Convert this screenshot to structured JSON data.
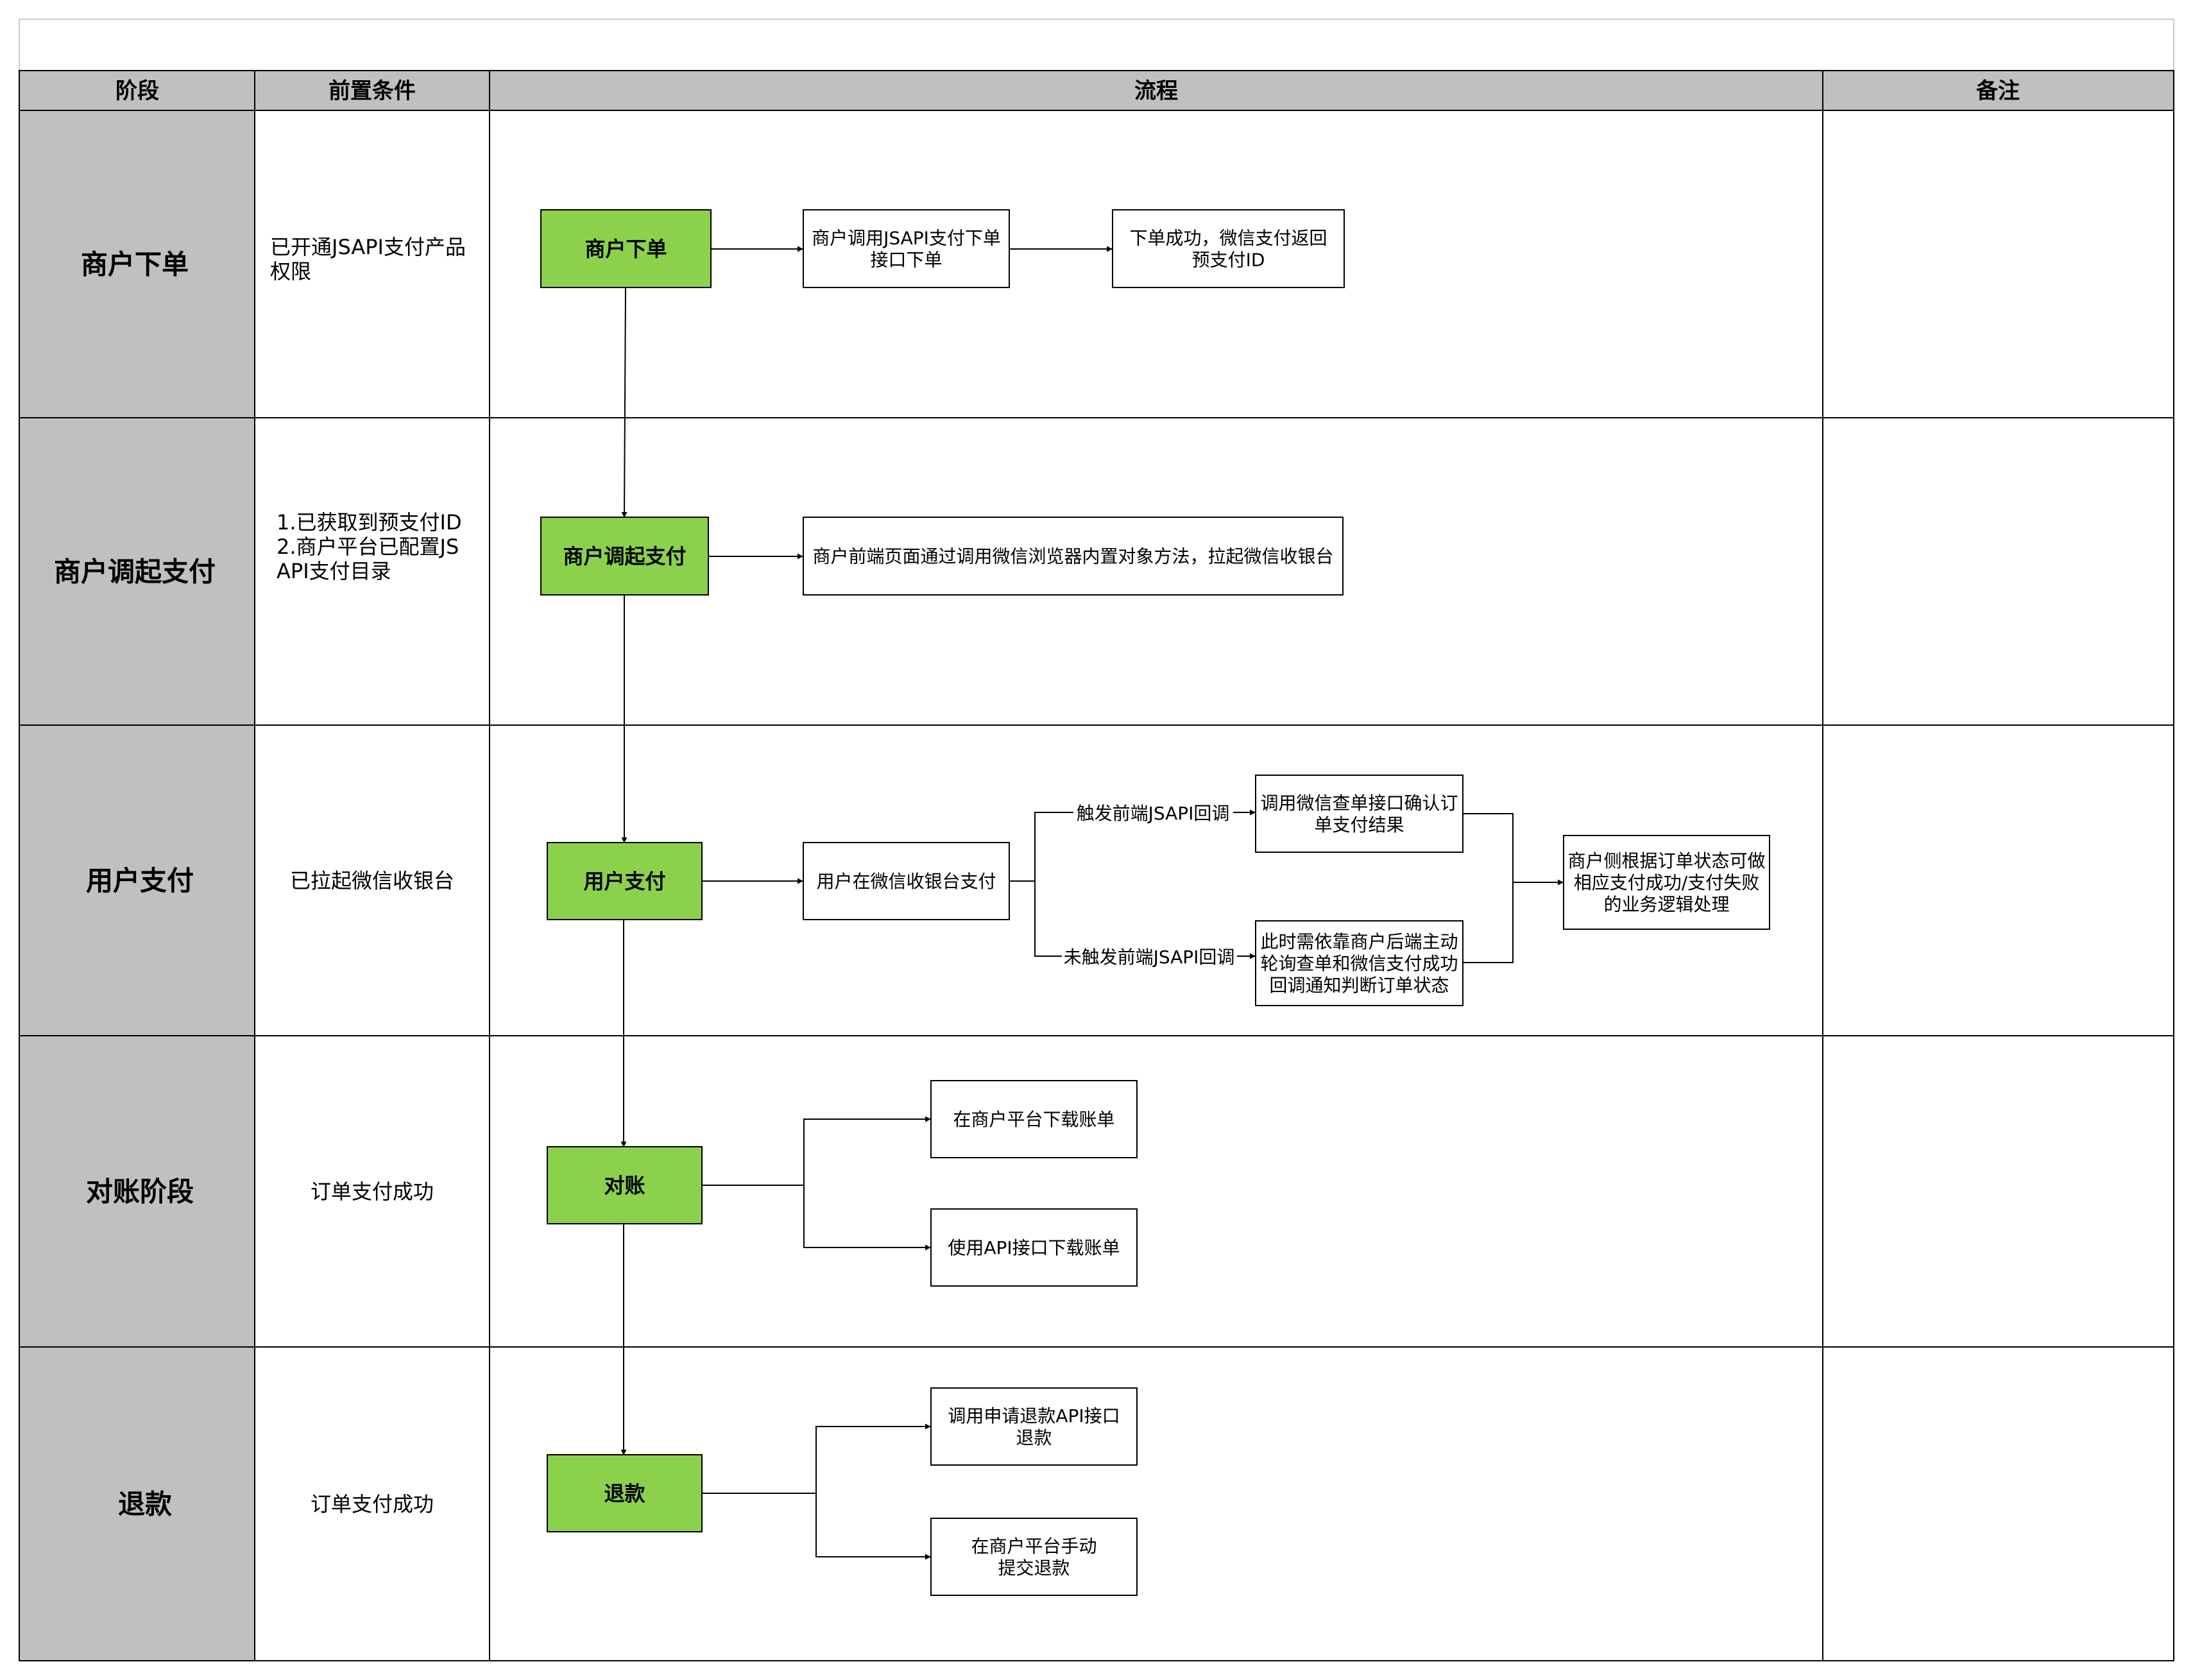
{
  "header": {
    "stage": "阶段",
    "precondition": "前置条件",
    "process": "流程",
    "remarks": "备注"
  },
  "stages": [
    {
      "name": "商户下单",
      "condition": [
        "已开通JSAPI支付产品",
        "权限"
      ]
    },
    {
      "name": "商户调起支付",
      "condition": [
        "1.已获取到预支付ID",
        "",
        "2.商户平台已配置JS",
        "API支付目录"
      ]
    },
    {
      "name": "用户支付",
      "condition": [
        "已拉起微信收银台"
      ]
    },
    {
      "name": "对账阶段",
      "condition": [
        "订单支付成功"
      ]
    },
    {
      "name": "退款",
      "condition": [
        "订单支付成功"
      ]
    }
  ],
  "flow": {
    "main_steps": [
      "商户下单",
      "商户调起支付",
      "用户支付",
      "对账",
      "退款"
    ],
    "order": {
      "call_api": [
        "商户调用JSAPI支付下单",
        "接口下单"
      ],
      "success": [
        "下单成功，微信支付返回",
        "预支付ID"
      ]
    },
    "invoke": {
      "frontend": [
        "商户前端页面通过调用微信浏览器内置对象方法，拉起微信收银台"
      ]
    },
    "pay": {
      "cashier": [
        "用户在微信收银台支付"
      ],
      "branch_yes": "触发前端JSAPI回调",
      "branch_no": "未触发前端JSAPI回调",
      "query": [
        "调用微信查单接口确认订",
        "单支付结果"
      ],
      "poll": [
        "此时需依靠商户后端主动",
        "轮询查单和微信支付成功",
        "回调通知判断订单状态"
      ],
      "result": [
        "商户侧根据订单状态可做",
        "相应支付成功/支付失败",
        "的业务逻辑处理"
      ]
    },
    "reconcile": {
      "platform": [
        "在商户平台下载账单"
      ],
      "api": [
        "使用API接口下载账单"
      ]
    },
    "refund": {
      "api": [
        "调用申请退款API接口",
        "退款"
      ],
      "manual": [
        "在商户平台手动",
        "提交退款"
      ]
    }
  },
  "colors": {
    "header_bg": "#c0c0c0",
    "stage_bg": "#c0c0c0",
    "green": "#8cd14c",
    "line": "#000000"
  }
}
